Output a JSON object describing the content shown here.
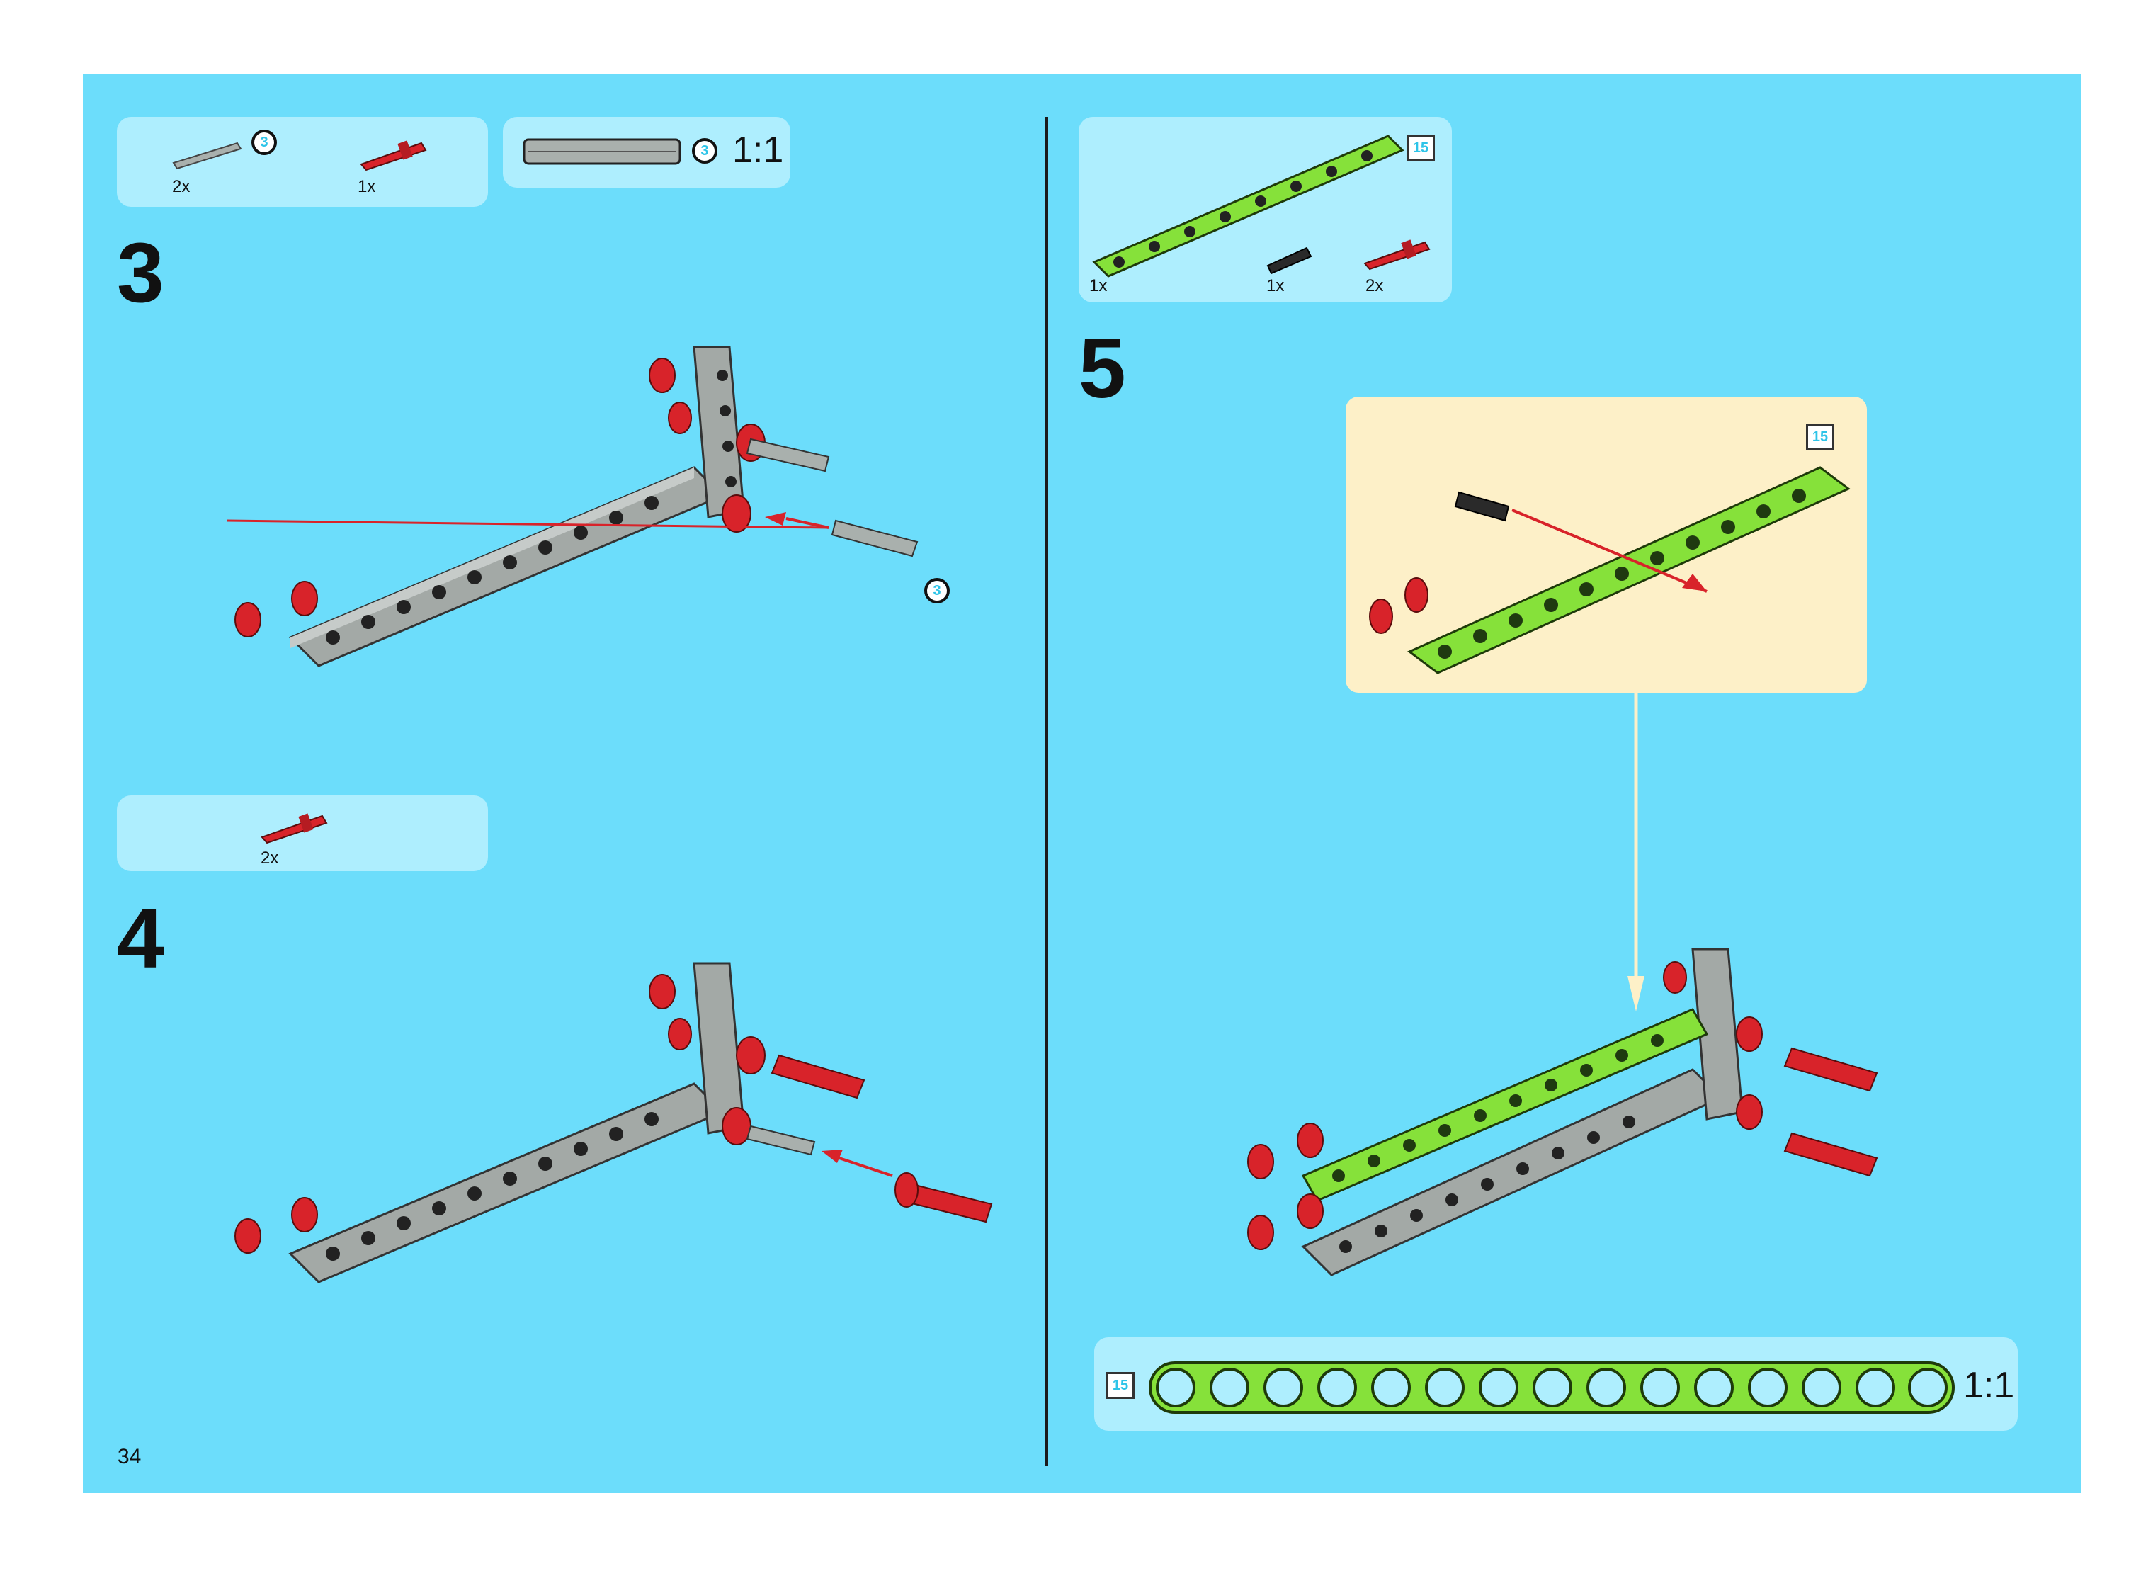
{
  "page_number": "34",
  "steps": [
    {
      "number": "3",
      "parts": [
        {
          "qty": "2x",
          "badge": "3"
        },
        {
          "qty": "1x"
        }
      ],
      "ruler": {
        "badge": "3",
        "scale": "1:1"
      },
      "callout_badge": "3"
    },
    {
      "number": "4",
      "parts": [
        {
          "qty": "2x"
        }
      ]
    },
    {
      "number": "5",
      "parts": [
        {
          "qty": "1x",
          "badge": "15"
        },
        {
          "qty": "1x"
        },
        {
          "qty": "2x"
        }
      ],
      "subassembly_badge": "15",
      "ruler": {
        "badge": "15",
        "scale": "1:1"
      }
    }
  ],
  "colors": {
    "page_bg": "#6cddfb",
    "parts_box": "#aeeefe",
    "callout_bg": "#fdf0c8",
    "pin_red": "#d8232a",
    "beam_gray": "#a3a9a6",
    "beam_green": "#86e13a"
  }
}
